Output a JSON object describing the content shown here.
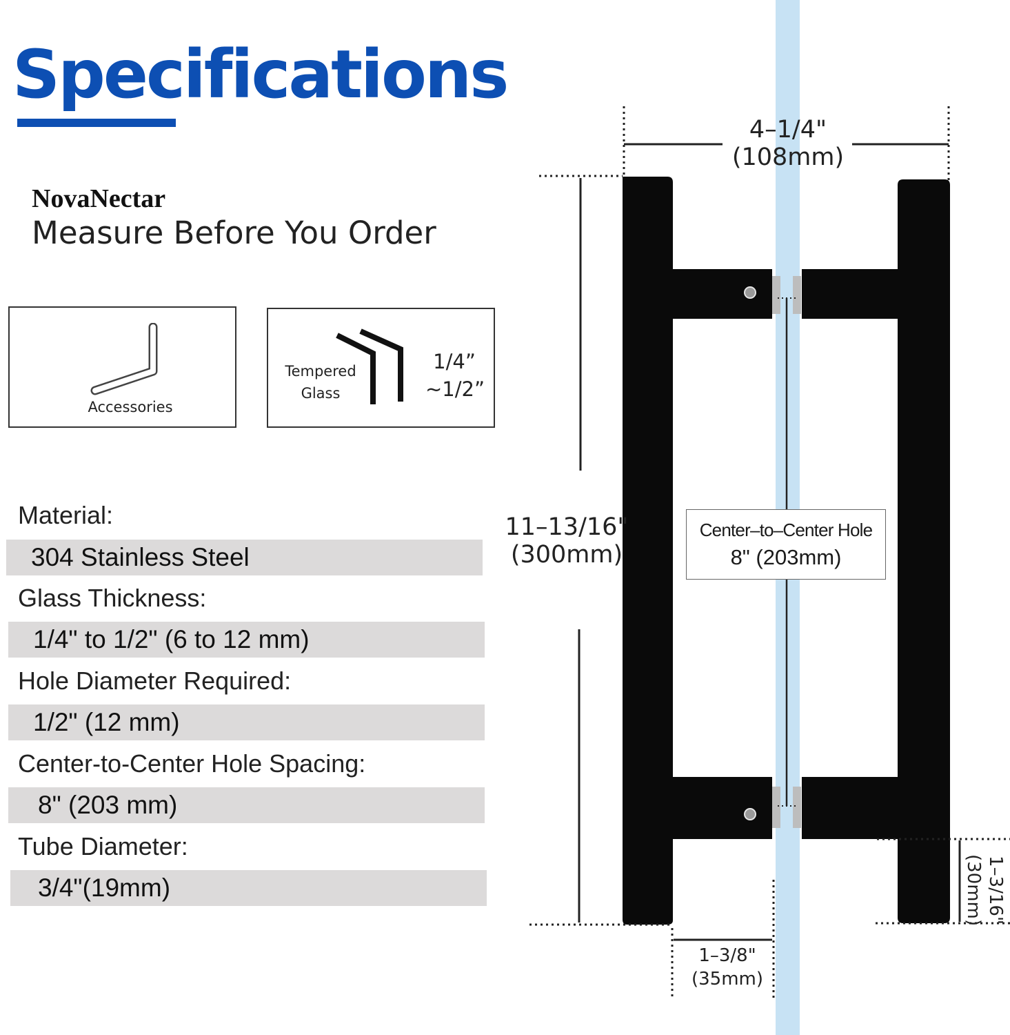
{
  "header": {
    "title": "Specifications"
  },
  "brand": {
    "name": "NovaNectar",
    "tagline": "Measure Before You Order"
  },
  "icons": {
    "accessories_label": "Accessories",
    "glass_label_line1": "Tempered",
    "glass_label_line2": "Glass",
    "glass_thickness_line1": "1/4”",
    "glass_thickness_line2": "~1/2”"
  },
  "specs": [
    {
      "label": "Material:",
      "value": "304 Stainless Steel"
    },
    {
      "label": "Glass Thickness:",
      "value": "1/4\" to 1/2\" (6 to 12 mm)"
    },
    {
      "label": "Hole Diameter Required:",
      "value": "1/2\" (12 mm)"
    },
    {
      "label": "Center-to-Center Hole Spacing:",
      "value": "8\" (203 mm)"
    },
    {
      "label": "Tube Diameter:",
      "value": "3/4\"(19mm)"
    }
  ],
  "dimensions": {
    "width_in": "4–1/4\"",
    "width_mm": "(108mm)",
    "height_in": "11–13/16\"",
    "height_mm": "(300mm)",
    "center_label": "Center–to–Center Hole",
    "center_value": "8\" (203mm)",
    "offset_in": "1–3/8\"",
    "offset_mm": "(35mm)",
    "foot_in": "1–3/16\"",
    "foot_mm": "(30mm)"
  },
  "colors": {
    "accent": "#0d4fb3",
    "glass": "#c7e2f4",
    "handle": "#0a0a0a",
    "spec_bar": "#dcdada"
  }
}
